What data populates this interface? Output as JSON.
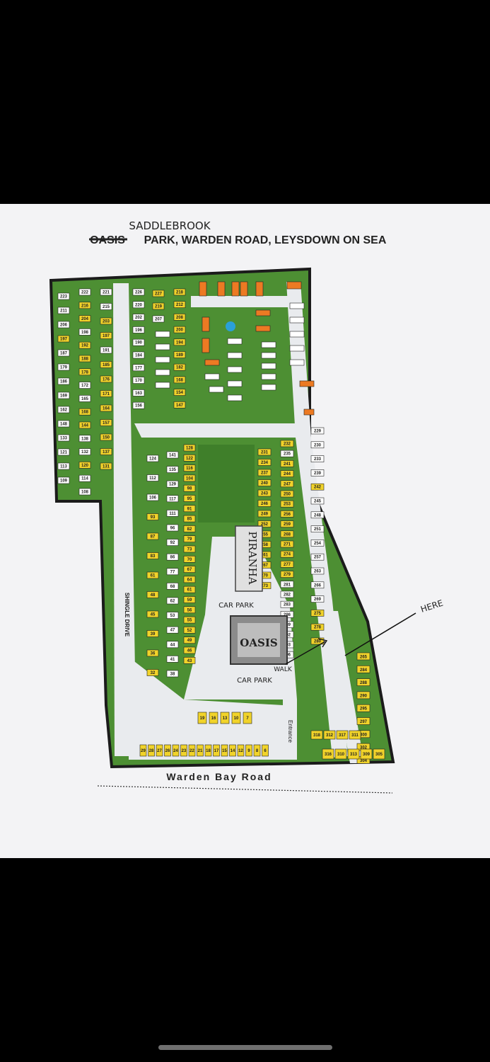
{
  "map": {
    "handwritten_title": "SADDLEBROOK",
    "struck_word": "OASIS",
    "title": "PARK, WARDEN ROAD, LEYSDOWN ON SEA",
    "road_label": "Warden Bay Road",
    "drive_label": "SHINGLE DRIVE",
    "entrance_label": "Entrance",
    "car_park_label_1": "CAR PARK",
    "car_park_label_2": "CAR PARK",
    "here_label": "HERE",
    "walk_label": "WALK",
    "venue_1": "PIRANHA",
    "venue_2": "OASIS",
    "colors": {
      "grass": "#4d8f33",
      "plot_white": "#ffffff",
      "plot_yellow": "#f1d32a",
      "plot_orange": "#ec7a23",
      "road": "#e9ebee",
      "pond": "#2aa0d8"
    },
    "plots": {
      "left_col_a": [
        "223",
        "211",
        "206",
        "197",
        "187",
        "179",
        "186",
        "169",
        "162",
        "148",
        "133",
        "121",
        "113",
        "109"
      ],
      "left_col_b": [
        "222",
        "216",
        "204",
        "198",
        "192",
        "188",
        "178",
        "172",
        "165",
        "168",
        "144",
        "138",
        "132",
        "120",
        "114",
        "108"
      ],
      "left_col_c": [
        "221",
        "215",
        "203",
        "197",
        "191",
        "185",
        "176",
        "171",
        "164",
        "157",
        "150",
        "137",
        "131"
      ],
      "top_col_a": [
        "226",
        "220",
        "202",
        "196",
        "190",
        "184",
        "177",
        "170",
        "163",
        "156"
      ],
      "top_col_b": [
        "227",
        "219",
        "207"
      ],
      "top_col_c": [
        "218",
        "212",
        "208",
        "200",
        "194",
        "189",
        "182",
        "168",
        "154",
        "147"
      ],
      "mid_col_a": [
        "124",
        "112",
        "106",
        "93",
        "87",
        "83",
        "61",
        "48",
        "45",
        "39",
        "36",
        "32"
      ],
      "mid_col_b": [
        "141",
        "135",
        "129",
        "117",
        "111",
        "96",
        "92",
        "86",
        "77",
        "68",
        "62",
        "53",
        "47",
        "44",
        "41",
        "38"
      ],
      "mid_col_c": [
        "128",
        "122",
        "116",
        "104",
        "98",
        "95",
        "91",
        "85",
        "82",
        "79",
        "73",
        "70",
        "67",
        "64",
        "61",
        "59",
        "56",
        "55",
        "52",
        "49",
        "46",
        "43"
      ],
      "right_col_a": [
        "231",
        "234",
        "237",
        "240",
        "243",
        "246",
        "249",
        "252",
        "255",
        "258",
        "261",
        "267",
        "270",
        "273"
      ],
      "right_col_b": [
        "232",
        "235",
        "241",
        "244",
        "247",
        "250",
        "253",
        "256",
        "259",
        "268",
        "271",
        "274",
        "277",
        "279",
        "281",
        "282",
        "283",
        "286",
        "289",
        "292",
        "293",
        "296"
      ],
      "right_col_c": [
        "229",
        "230",
        "233",
        "239",
        "242",
        "245",
        "248",
        "251",
        "254",
        "257",
        "263",
        "266",
        "269",
        "275",
        "278",
        "280"
      ],
      "far_right_col": [
        "265",
        "284",
        "288",
        "290",
        "295",
        "297",
        "300",
        "302",
        "304"
      ],
      "bottom_row_upper": [
        "19",
        "16",
        "13",
        "10",
        "7"
      ],
      "bottom_row_lower": [
        "29",
        "28",
        "27",
        "26",
        "24",
        "23",
        "22",
        "21",
        "18",
        "17",
        "15",
        "14",
        "12",
        "9",
        "8",
        "6"
      ],
      "bottom_right_row": [
        "316",
        "310",
        "313",
        "309",
        "305",
        "318",
        "312",
        "317",
        "311"
      ]
    }
  }
}
